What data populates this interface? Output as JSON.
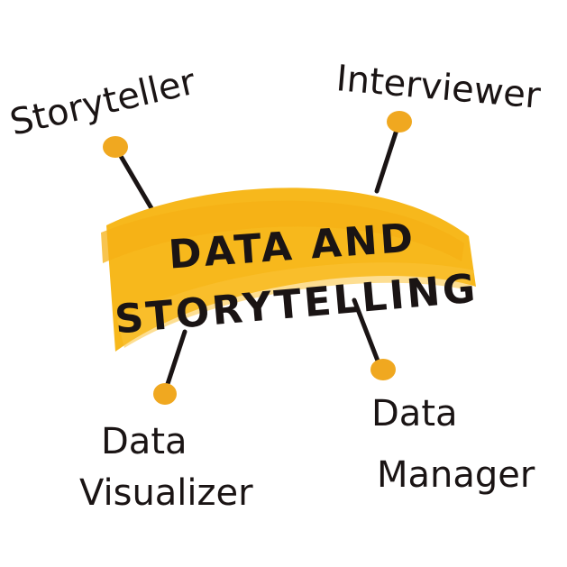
{
  "center": {
    "line1": "DATA AND",
    "line2": "STORYTELLING"
  },
  "roles": {
    "top_left": "Storyteller",
    "top_right": "Interviewer",
    "bottom_left_line1": "Data",
    "bottom_left_line2": "Visualizer",
    "bottom_right_line1": "Data",
    "bottom_right_line2": "Manager"
  },
  "colors": {
    "banner": "#f7b81c",
    "dot": "#f0a820",
    "ink": "#1a1414"
  }
}
